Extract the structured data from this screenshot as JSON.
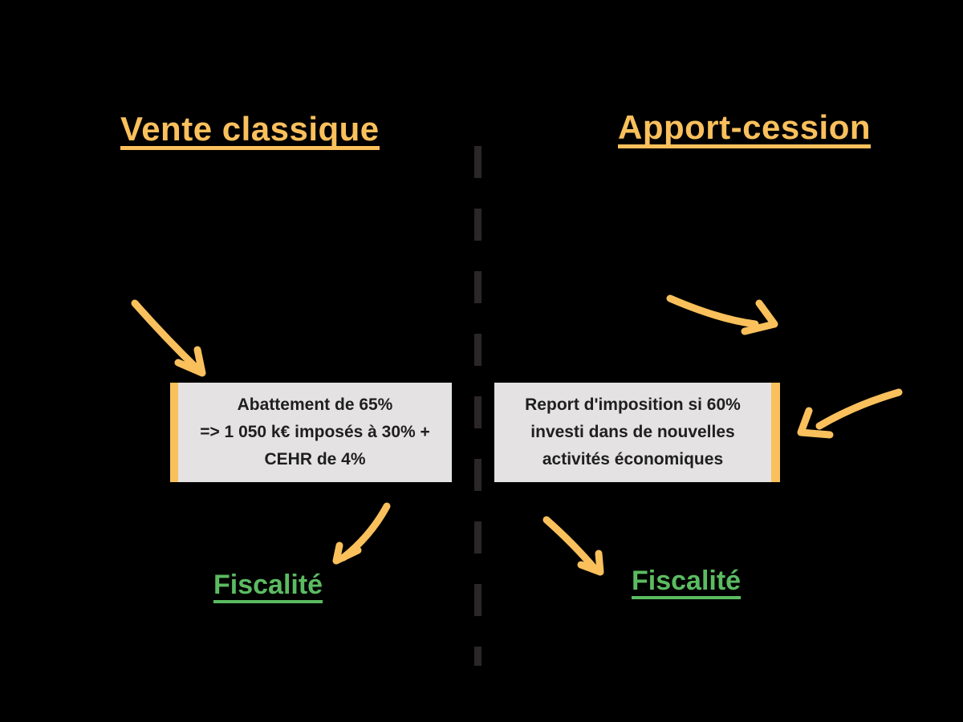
{
  "left_column": {
    "title": "Vente classique",
    "box_lines": [
      "Abattement de 65%",
      "=> 1 050 k€ imposés à 30% +",
      "CEHR de 4%"
    ],
    "footer": "Fiscalité"
  },
  "right_column": {
    "title": "Apport-cession",
    "box_lines": [
      "Report d'imposition si 60%",
      "investi dans de nouvelles",
      "activités économiques"
    ],
    "footer": "Fiscalité"
  },
  "icons": {
    "arrows": [
      "arrow-down-right-to-left-box-icon",
      "arrow-right-toward-divider-icon",
      "arrow-down-left-to-right-box-icon",
      "arrow-down-left-to-left-fiscalite-icon",
      "arrow-down-right-to-right-fiscalite-icon"
    ],
    "divider": "dashed-vertical-divider"
  },
  "colors": {
    "accent_yellow": "#F9C05C",
    "fiscal_green": "#5BBB61",
    "box_background": "#E4E2E2",
    "box_text": "#1F1F1F",
    "divider_dash": "#2B2628",
    "background": "#000000"
  }
}
